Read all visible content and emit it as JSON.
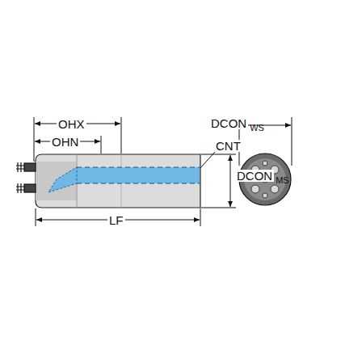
{
  "diagram": {
    "labels": [
      "OHX",
      "OHN",
      "DCON",
      "WS",
      "CNT",
      "DCON",
      "MS",
      "LF"
    ]
  }
}
